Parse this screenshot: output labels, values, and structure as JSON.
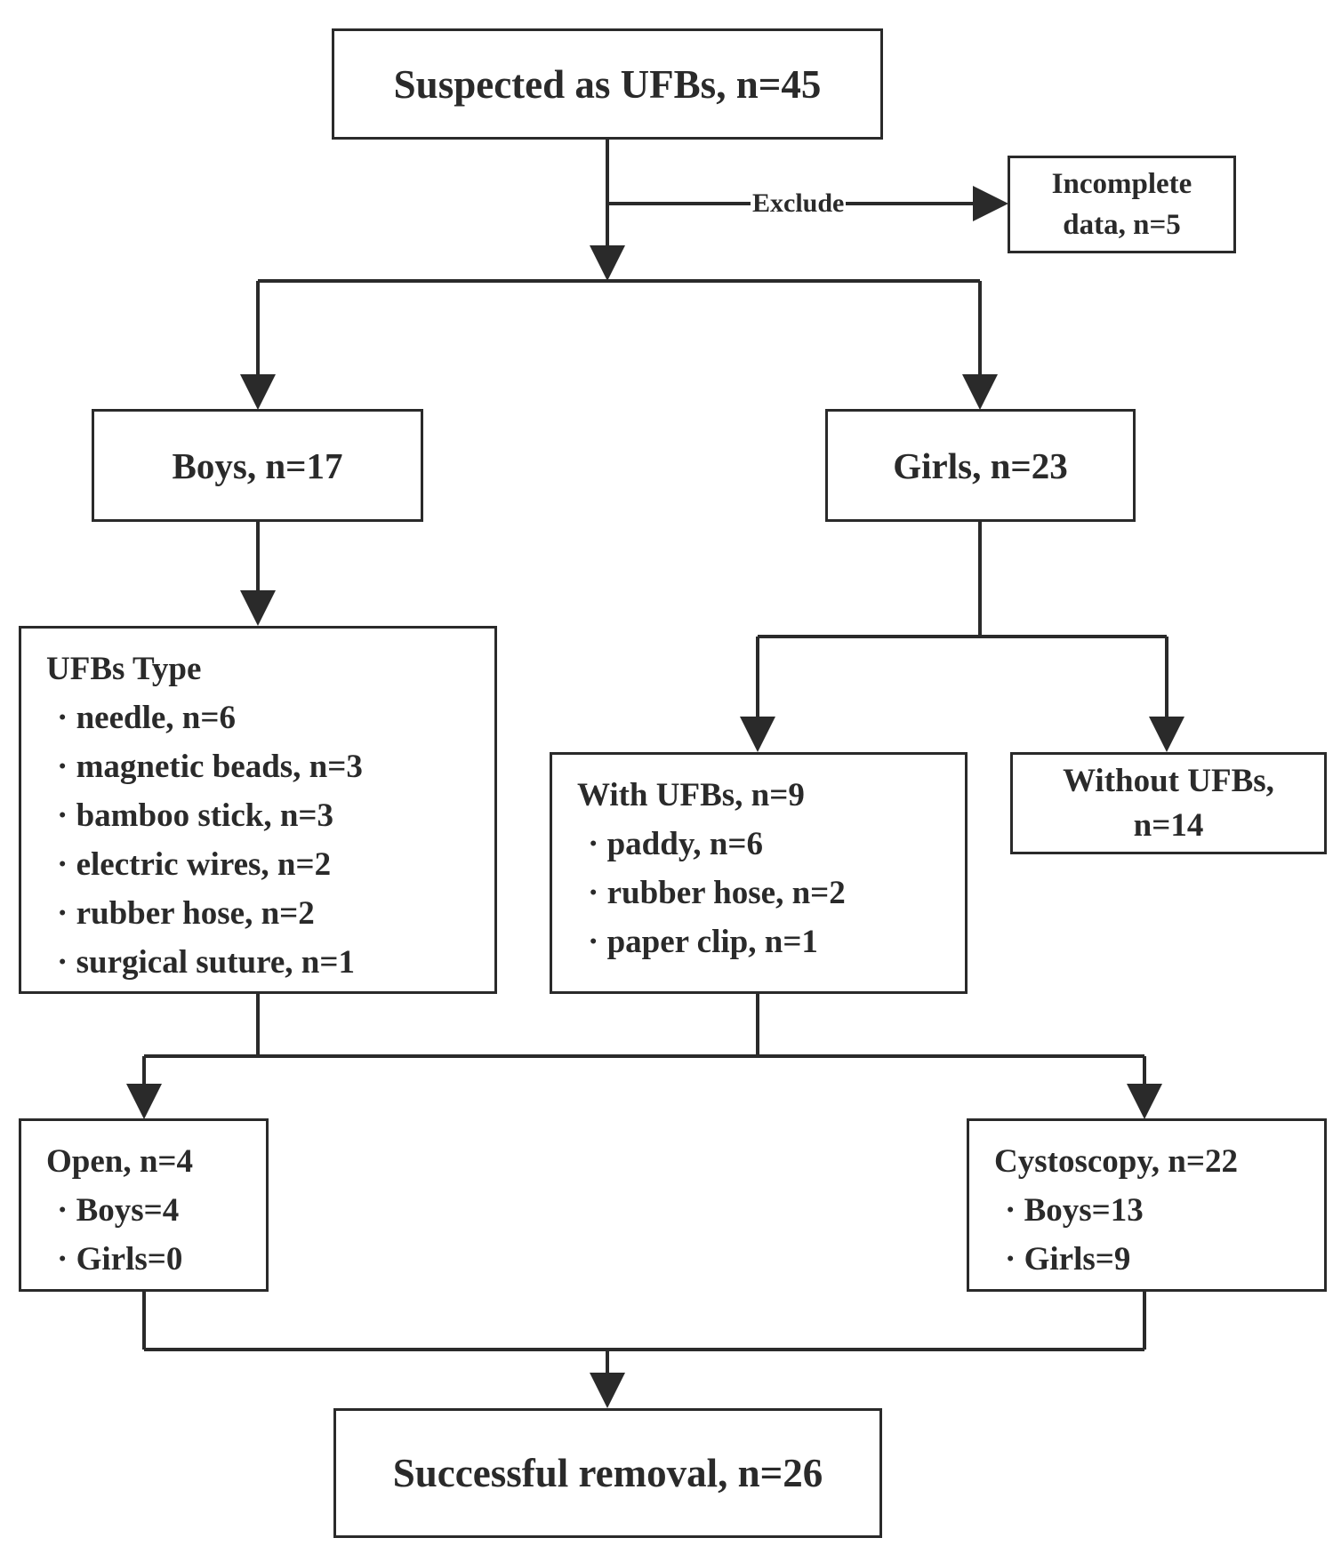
{
  "nodes": {
    "suspected": "Suspected as UFBs, n=45",
    "exclude_label": "Exclude",
    "incomplete_line1": "Incomplete",
    "incomplete_line2": "data, n=5",
    "boys": "Boys, n=17",
    "girls": "Girls, n=23",
    "ufbs_type": {
      "heading": "UFBs Type",
      "items": [
        "needle, n=6",
        "magnetic beads, n=3",
        "bamboo stick, n=3",
        "electric wires, n=2",
        "rubber hose, n=2",
        "surgical suture, n=1"
      ]
    },
    "with_ufbs": {
      "heading": "With UFBs, n=9",
      "items": [
        "paddy, n=6",
        "rubber hose, n=2",
        "paper clip, n=1"
      ]
    },
    "without_ufbs_line1": "Without UFBs,",
    "without_ufbs_line2": "n=14",
    "open": {
      "heading": "Open, n=4",
      "items": [
        "Boys=4",
        "Girls=0"
      ]
    },
    "cystoscopy": {
      "heading": "Cystoscopy, n=22",
      "items": [
        "Boys=13",
        "Girls=9"
      ]
    },
    "successful": "Successful removal, n=26"
  },
  "colors": {
    "line": "#2a2a2a",
    "background": "#ffffff"
  }
}
